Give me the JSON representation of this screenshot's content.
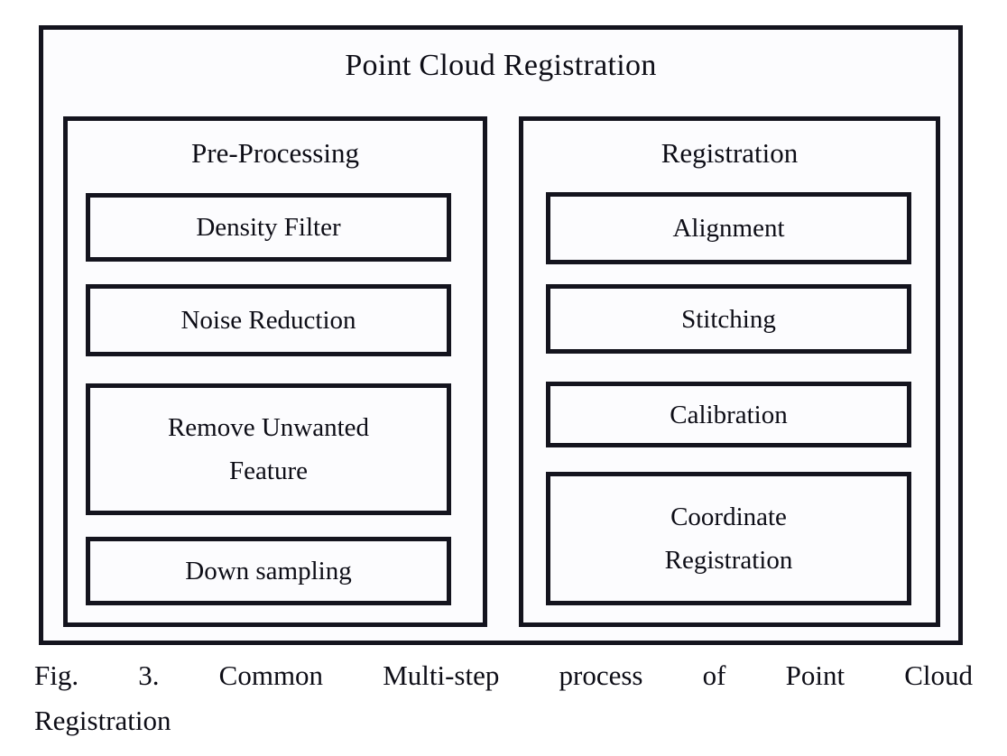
{
  "figure": {
    "title": "Point Cloud Registration",
    "caption_line_1": "Fig. 3. Common Multi-step process of Point Cloud",
    "caption_line_2": "Registration",
    "caption_full": "Fig. 3. Common Multi-step process of Point Cloud Registration"
  },
  "colors": {
    "border": "#14141e",
    "background": "#fcfcfe",
    "text": "#0d0d16",
    "page": "#ffffff"
  },
  "columns": [
    {
      "id": "pre-processing",
      "title": "Pre-Processing",
      "steps": [
        {
          "label": "Density Filter"
        },
        {
          "label": "Noise Reduction"
        },
        {
          "label": "Remove Unwanted\nFeature"
        },
        {
          "label": "Down sampling"
        }
      ]
    },
    {
      "id": "registration",
      "title": "Registration",
      "steps": [
        {
          "label": "Alignment"
        },
        {
          "label": "Stitching"
        },
        {
          "label": "Calibration"
        },
        {
          "label": "Coordinate\nRegistration"
        }
      ]
    }
  ]
}
